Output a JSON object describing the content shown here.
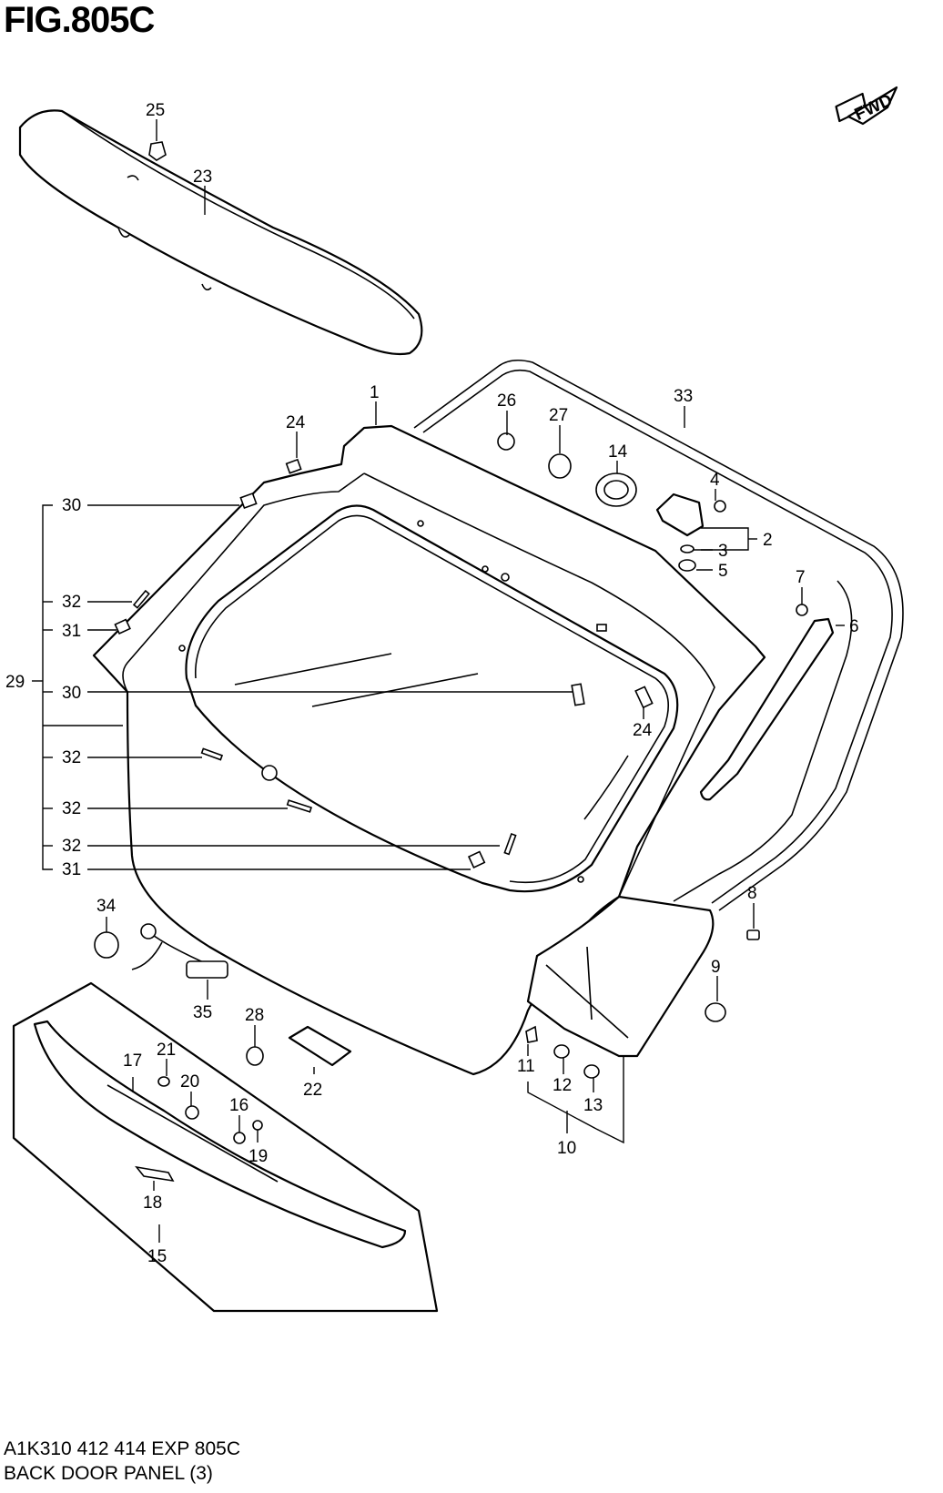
{
  "figure": {
    "title": "FIG.805C",
    "model_line": "A1K310 412 414 EXP 805C",
    "section": "BACK DOOR PANEL (3)",
    "fwd_label": "FWD"
  },
  "callouts": [
    "1",
    "2",
    "3",
    "4",
    "5",
    "6",
    "7",
    "8",
    "9",
    "10",
    "11",
    "12",
    "13",
    "14",
    "15",
    "16",
    "17",
    "18",
    "19",
    "20",
    "21",
    "22",
    "23",
    "24",
    "24",
    "25",
    "26",
    "27",
    "28",
    "29",
    "30",
    "30",
    "31",
    "31",
    "32",
    "32",
    "32",
    "32",
    "33",
    "34",
    "35"
  ]
}
